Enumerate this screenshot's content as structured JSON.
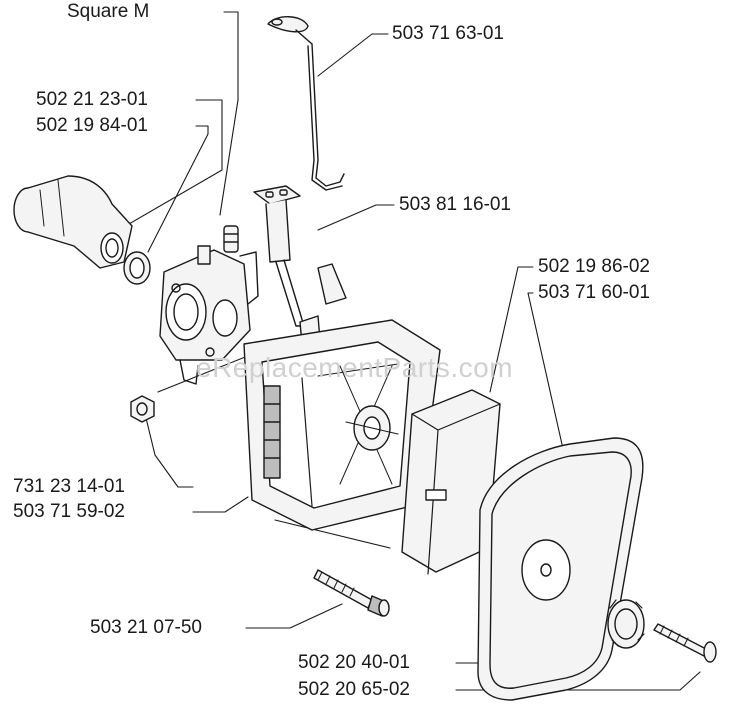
{
  "callouts": {
    "square_m": "Square M",
    "p_503716301": "503 71 63-01",
    "p_502212301": "502 21 23-01",
    "p_502198401": "502 19 84-01",
    "p_503811601": "503 81 16-01",
    "p_502198602": "502 19 86-02",
    "p_503716001": "503 71 60-01",
    "p_731231401": "731 23 14-01",
    "p_503715902": "503 71 59-02",
    "p_503210750": "503 21 07-50",
    "p_502204001": "502 20 40-01",
    "p_502206502": "502 20 65-02"
  },
  "watermark": "eReplacementParts.com",
  "colors": {
    "line": "#1a1a1a",
    "part_fill": "#f4f4f4",
    "shade": "#bdbdbd",
    "watermark": "#d0d0d0"
  }
}
